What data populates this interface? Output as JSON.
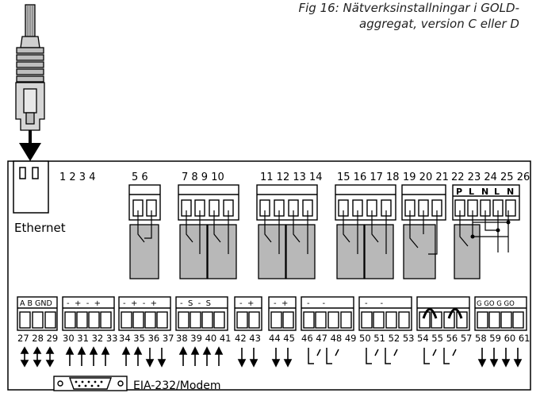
{
  "caption": {
    "line1": "Fig 16: Nätverksinstallningar i GOLD-",
    "line2": "aggregat, version C eller D"
  },
  "ports": {
    "ethernet_label": "Ethernet",
    "serial_label": "EIA-232/Modem"
  },
  "top_terminals": {
    "t1_4": "1 2 3 4",
    "t5_6": "5 6",
    "t7_10": "7 8 9 10",
    "t11_14": "11 12 13 14",
    "t15_18": "15 16 17 18",
    "t19_21": "19 20 21",
    "t22_26": "22 23 24 25 26"
  },
  "power_block_letters": [
    "P",
    "L",
    "N",
    "L",
    "N"
  ],
  "bottom_blocks": [
    {
      "numbers": "27 28 29",
      "header": "A B GND"
    },
    {
      "numbers": "30 31 32 33",
      "header": "-  +  -  +"
    },
    {
      "numbers": "34 35 36 37",
      "header": "-  +  -  +"
    },
    {
      "numbers": "38 39 40 41",
      "header": "-  S  -  S"
    },
    {
      "numbers": "42 43",
      "header": "-  +"
    },
    {
      "numbers": "44 45",
      "header": "-  +"
    },
    {
      "numbers": "46 47 48 49",
      "header": "-     -"
    },
    {
      "numbers": "50 51 52 53",
      "header": "-     -"
    },
    {
      "numbers": "54 55 56 57",
      "header": ""
    },
    {
      "numbers": "58 59 60 61",
      "header": "G GO G GO"
    }
  ]
}
